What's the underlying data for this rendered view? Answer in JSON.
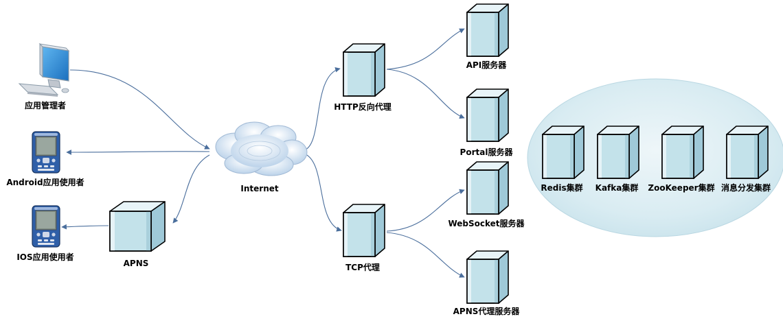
{
  "nodes": {
    "admin": "应用管理者",
    "android_user": "Android应用使用者",
    "ios_user": "IOS应用使用者",
    "apns": "APNS",
    "internet": "Internet",
    "http_proxy": "HTTP反向代理",
    "tcp_proxy": "TCP代理",
    "api_server": "API服务器",
    "portal_server": "Portal服务器",
    "websocket_server": "WebSocket服务器",
    "apns_proxy_server": "APNS代理服务器"
  },
  "cluster": {
    "redis": "Redis集群",
    "kafka": "Kafka集群",
    "zookeeper": "ZooKeeper集群",
    "message_dispatch": "消息分发集群"
  },
  "colors": {
    "edge": "#4a6e9c",
    "server_front": "#bcdde6",
    "server_side": "#d9edf2",
    "cluster_fill": "#d6eaf0",
    "cloud": "#dfeaf4"
  }
}
